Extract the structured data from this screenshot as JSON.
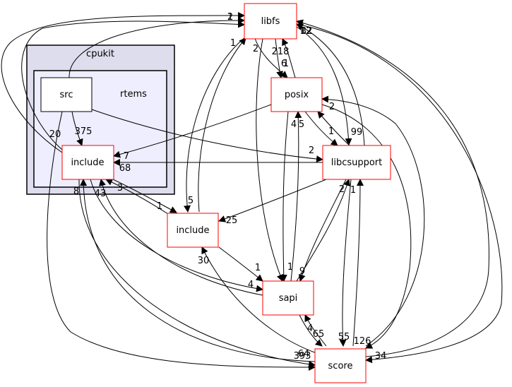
{
  "clusters": {
    "cpukit": "cpukit",
    "rtems": "rtems"
  },
  "nodes": {
    "libfs": "libfs",
    "posix": "posix",
    "libcsupport": "libcsupport",
    "src": "src",
    "include_rtems": "include",
    "include_cpukit": "include",
    "sapi": "sapi",
    "score": "score"
  },
  "labels": {
    "src_libfs": "1",
    "include_libfs_a": "2",
    "include_libfs_b": "20",
    "src_include": "375",
    "src_libcsupport": "2",
    "posix_include": "7",
    "libcsupport_include": "68",
    "incc_include": "3",
    "include_incc": "1",
    "score_include": "8",
    "sapi_include": "43",
    "libfs_posix_a": "218",
    "libfs_posix_b": "6",
    "posix_libfs": "1",
    "libfs_sapi": "2",
    "libfs_incc": "5",
    "incc_libfs": "1",
    "libfs_libcsupport": "12",
    "libcsupport_libfs": "99",
    "libfs_score": "34",
    "score_libfs": "82",
    "posix_libcsupport": "1",
    "libcsupport_posix": "5",
    "score_posix": "2",
    "posix_sapi": "4",
    "sapi_posix": "1",
    "libcsupport_incc": "25",
    "sapi_libcsupport": "9",
    "score_libcsupport": "1",
    "libcsupport_score": "55",
    "libcsupport_sapi": "2",
    "posix_score": "126",
    "incc_sapi": "1",
    "include_sapi": "4",
    "score_incc": "30",
    "sapi_score": "4",
    "score_sapi": "65",
    "include_score": "64",
    "src_score": "393"
  }
}
